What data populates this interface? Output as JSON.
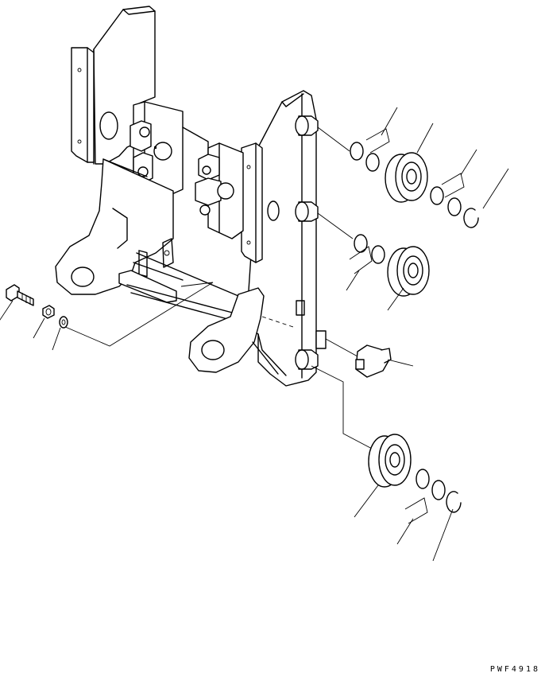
{
  "drawing": {
    "code": "PWF4918"
  },
  "parts": [
    "mast-frame",
    "upper-roller-bearing",
    "middle-roller-bearing",
    "lower-roller-bearing",
    "shims",
    "snap-rings",
    "side-roller",
    "bolt",
    "nut",
    "washer"
  ]
}
